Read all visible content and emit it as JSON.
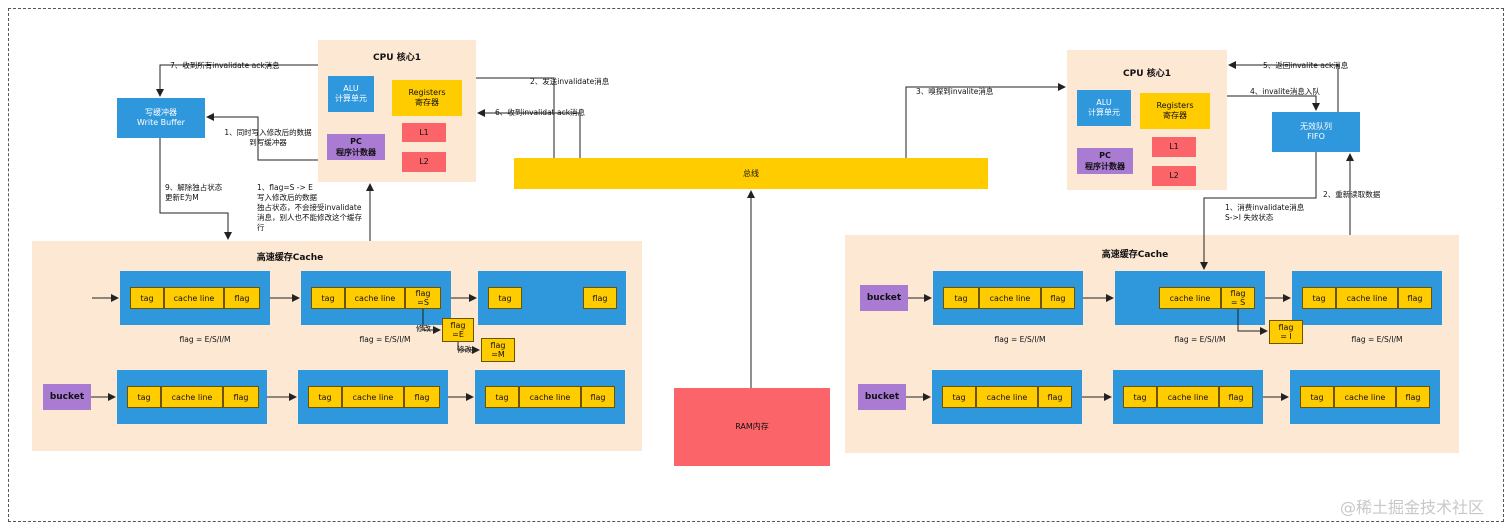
{
  "left": {
    "cpu_title": "CPU 核心1",
    "alu": "ALU\n计算单元",
    "registers": "Registers\n寄存器",
    "pc": "PC\n程序计数器",
    "l1": "L1",
    "l2": "L2",
    "write_buffer": "写缓冲器\nWrite Buffer",
    "cache_title": "高速缓存Cache",
    "labels": {
      "step7": "7、收到所有invalidate ack消息",
      "step1_wb": "1、同时写入修改后的数据\n到写缓冲器",
      "step9": "9、解除独占状态\n更新E为M",
      "step1_flag": "1、flag=S  -> E\n写入修改后的数据\n独占状态，不会接受invalidate\n消息，别人也不能修改这个缓存\n行",
      "step2": "2、发送invalidate消息",
      "step6": "6、收到invalidat ack消息",
      "modify1": "修改",
      "modify2": "修改"
    },
    "row1": [
      {
        "tag": "tag",
        "line": "cache line",
        "flag": "flag",
        "caption": "flag = E/S/I/M"
      },
      {
        "tag": "tag",
        "line": "cache line",
        "flag": "flag\n=S",
        "caption": "flag = E/S/I/M"
      },
      {
        "tag": "tag",
        "line": "",
        "flag": "flag",
        "caption": ""
      }
    ],
    "flag_e": "flag\n=E",
    "flag_m": "flag\n=M",
    "bucket": "bucket",
    "row2": [
      {
        "tag": "tag",
        "line": "cache line",
        "flag": "flag"
      },
      {
        "tag": "tag",
        "line": "cache line",
        "flag": "flag"
      },
      {
        "tag": "tag",
        "line": "cache line",
        "flag": "flag"
      }
    ]
  },
  "bus": "总线",
  "ram": "RAM内存",
  "step3": "3、嗅探到invalite消息",
  "right": {
    "cpu_title": "CPU 核心1",
    "alu": "ALU\n计算单元",
    "registers": "Registers\n寄存器",
    "pc": "PC\n程序计数器",
    "l1": "L1",
    "l2": "L2",
    "queue": "无效队列\nFIFO",
    "cache_title": "高速缓存Cache",
    "labels": {
      "step5": "5、返回invalite ack消息",
      "step4": "4、invalite消息入队",
      "step1": "1、消费invalidate消息\nS->I 失效状态",
      "step2": "2、重新读取数据"
    },
    "bucket1": "bucket",
    "bucket2": "bucket",
    "row1": [
      {
        "tag": "tag",
        "line": "cache line",
        "flag": "flag",
        "caption": "flag = E/S/I/M"
      },
      {
        "tag": "",
        "line": "cache line",
        "flag": "flag\n= S",
        "caption": "flag = E/S/I/M"
      },
      {
        "tag": "tag",
        "line": "cache line",
        "flag": "flag",
        "caption": "flag = E/S/I/M"
      }
    ],
    "flag_i": "flag\n= I",
    "row2": [
      {
        "tag": "tag",
        "line": "cache line",
        "flag": "flag"
      },
      {
        "tag": "tag",
        "line": "cache line",
        "flag": "flag"
      },
      {
        "tag": "tag",
        "line": "cache line",
        "flag": "flag"
      }
    ]
  },
  "watermark": "@稀土掘金技术社区",
  "colors": {
    "peach": "#fde8d3",
    "blue": "#2f97dc",
    "yellow": "#ffcc00",
    "red": "#fb6468",
    "purple": "#a97bd2"
  }
}
